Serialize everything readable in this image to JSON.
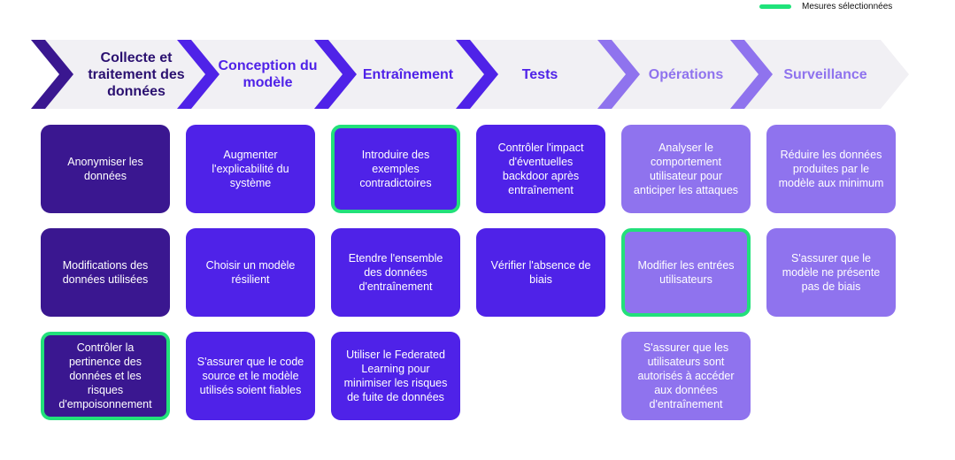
{
  "legend": {
    "label": "Mesures sélectionnées",
    "color": "#1fe37a"
  },
  "stages": [
    {
      "label": "Collecte et traitement des données",
      "text_color": "#2a1070"
    },
    {
      "label": "Conception du modèle",
      "text_color": "#4f22e8"
    },
    {
      "label": "Entraînement",
      "text_color": "#4f22e8"
    },
    {
      "label": "Tests",
      "text_color": "#4f22e8"
    },
    {
      "label": "Opérations",
      "text_color": "#8f73ee"
    },
    {
      "label": "Surveillance",
      "text_color": "#8f73ee"
    }
  ],
  "chevron_colors": [
    "#3a1790",
    "#4f22e8",
    "#4f22e8",
    "#4f22e8",
    "#8f73ee",
    "#8f73ee"
  ],
  "columns": [
    {
      "cards": [
        {
          "text": "Anonymiser les données",
          "selected": false
        },
        {
          "text": "Modifications des données utilisées",
          "selected": false
        },
        {
          "text": "Contrôler la pertinence des données et les risques d'empoisonnement",
          "selected": true
        }
      ]
    },
    {
      "cards": [
        {
          "text": "Augmenter l'explicabilité du système",
          "selected": false
        },
        {
          "text": "Choisir un modèle résilient",
          "selected": false
        },
        {
          "text": "S'assurer que le code source et le modèle utilisés soient fiables",
          "selected": false
        }
      ]
    },
    {
      "cards": [
        {
          "text": "Introduire des exemples contradictoires",
          "selected": true
        },
        {
          "text": "Etendre l'ensemble des données d'entraînement",
          "selected": false
        },
        {
          "text": "Utiliser le Federated Learning pour minimiser les risques de fuite de données",
          "selected": false
        }
      ]
    },
    {
      "cards": [
        {
          "text": "Contrôler l'impact d'éventuelles backdoor après entraînement",
          "selected": false
        },
        {
          "text": "Vérifier l'absence de biais",
          "selected": false
        }
      ]
    },
    {
      "cards": [
        {
          "text": "Analyser le comportement utilisateur pour anticiper les attaques",
          "selected": false
        },
        {
          "text": "Modifier les entrées utilisateurs",
          "selected": true
        },
        {
          "text": "S'assurer que les utilisateurs sont autorisés à accéder aux données d'entraînement",
          "selected": false
        }
      ]
    },
    {
      "cards": [
        {
          "text": "Réduire les données produites par le modèle aux minimum",
          "selected": false
        },
        {
          "text": "S'assurer que le modèle ne présente pas de biais",
          "selected": false
        }
      ]
    }
  ]
}
